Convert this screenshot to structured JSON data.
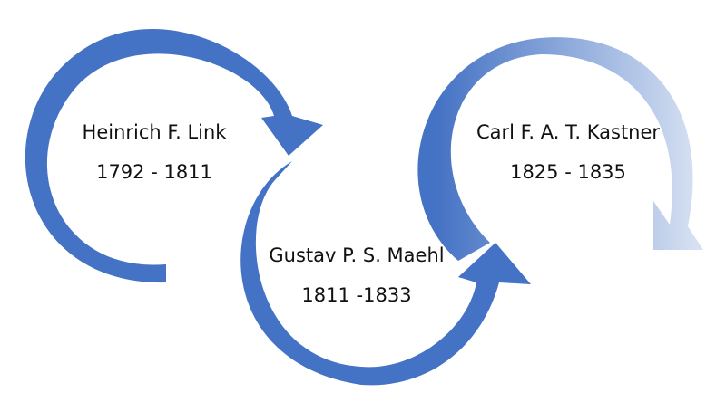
{
  "colors": {
    "arrow_primary": "#4472C4",
    "arrow_fade_end": "#DCE5F4",
    "text": "#111111",
    "background": "#FFFFFF"
  },
  "nodes": [
    {
      "name": "Heinrich F. Link",
      "years": "1792 - 1811"
    },
    {
      "name": "Gustav P. S. Maehl",
      "years": "1811 -1833"
    },
    {
      "name": "Carl F. A. T. Kastner",
      "years": "1825 - 1835"
    }
  ]
}
